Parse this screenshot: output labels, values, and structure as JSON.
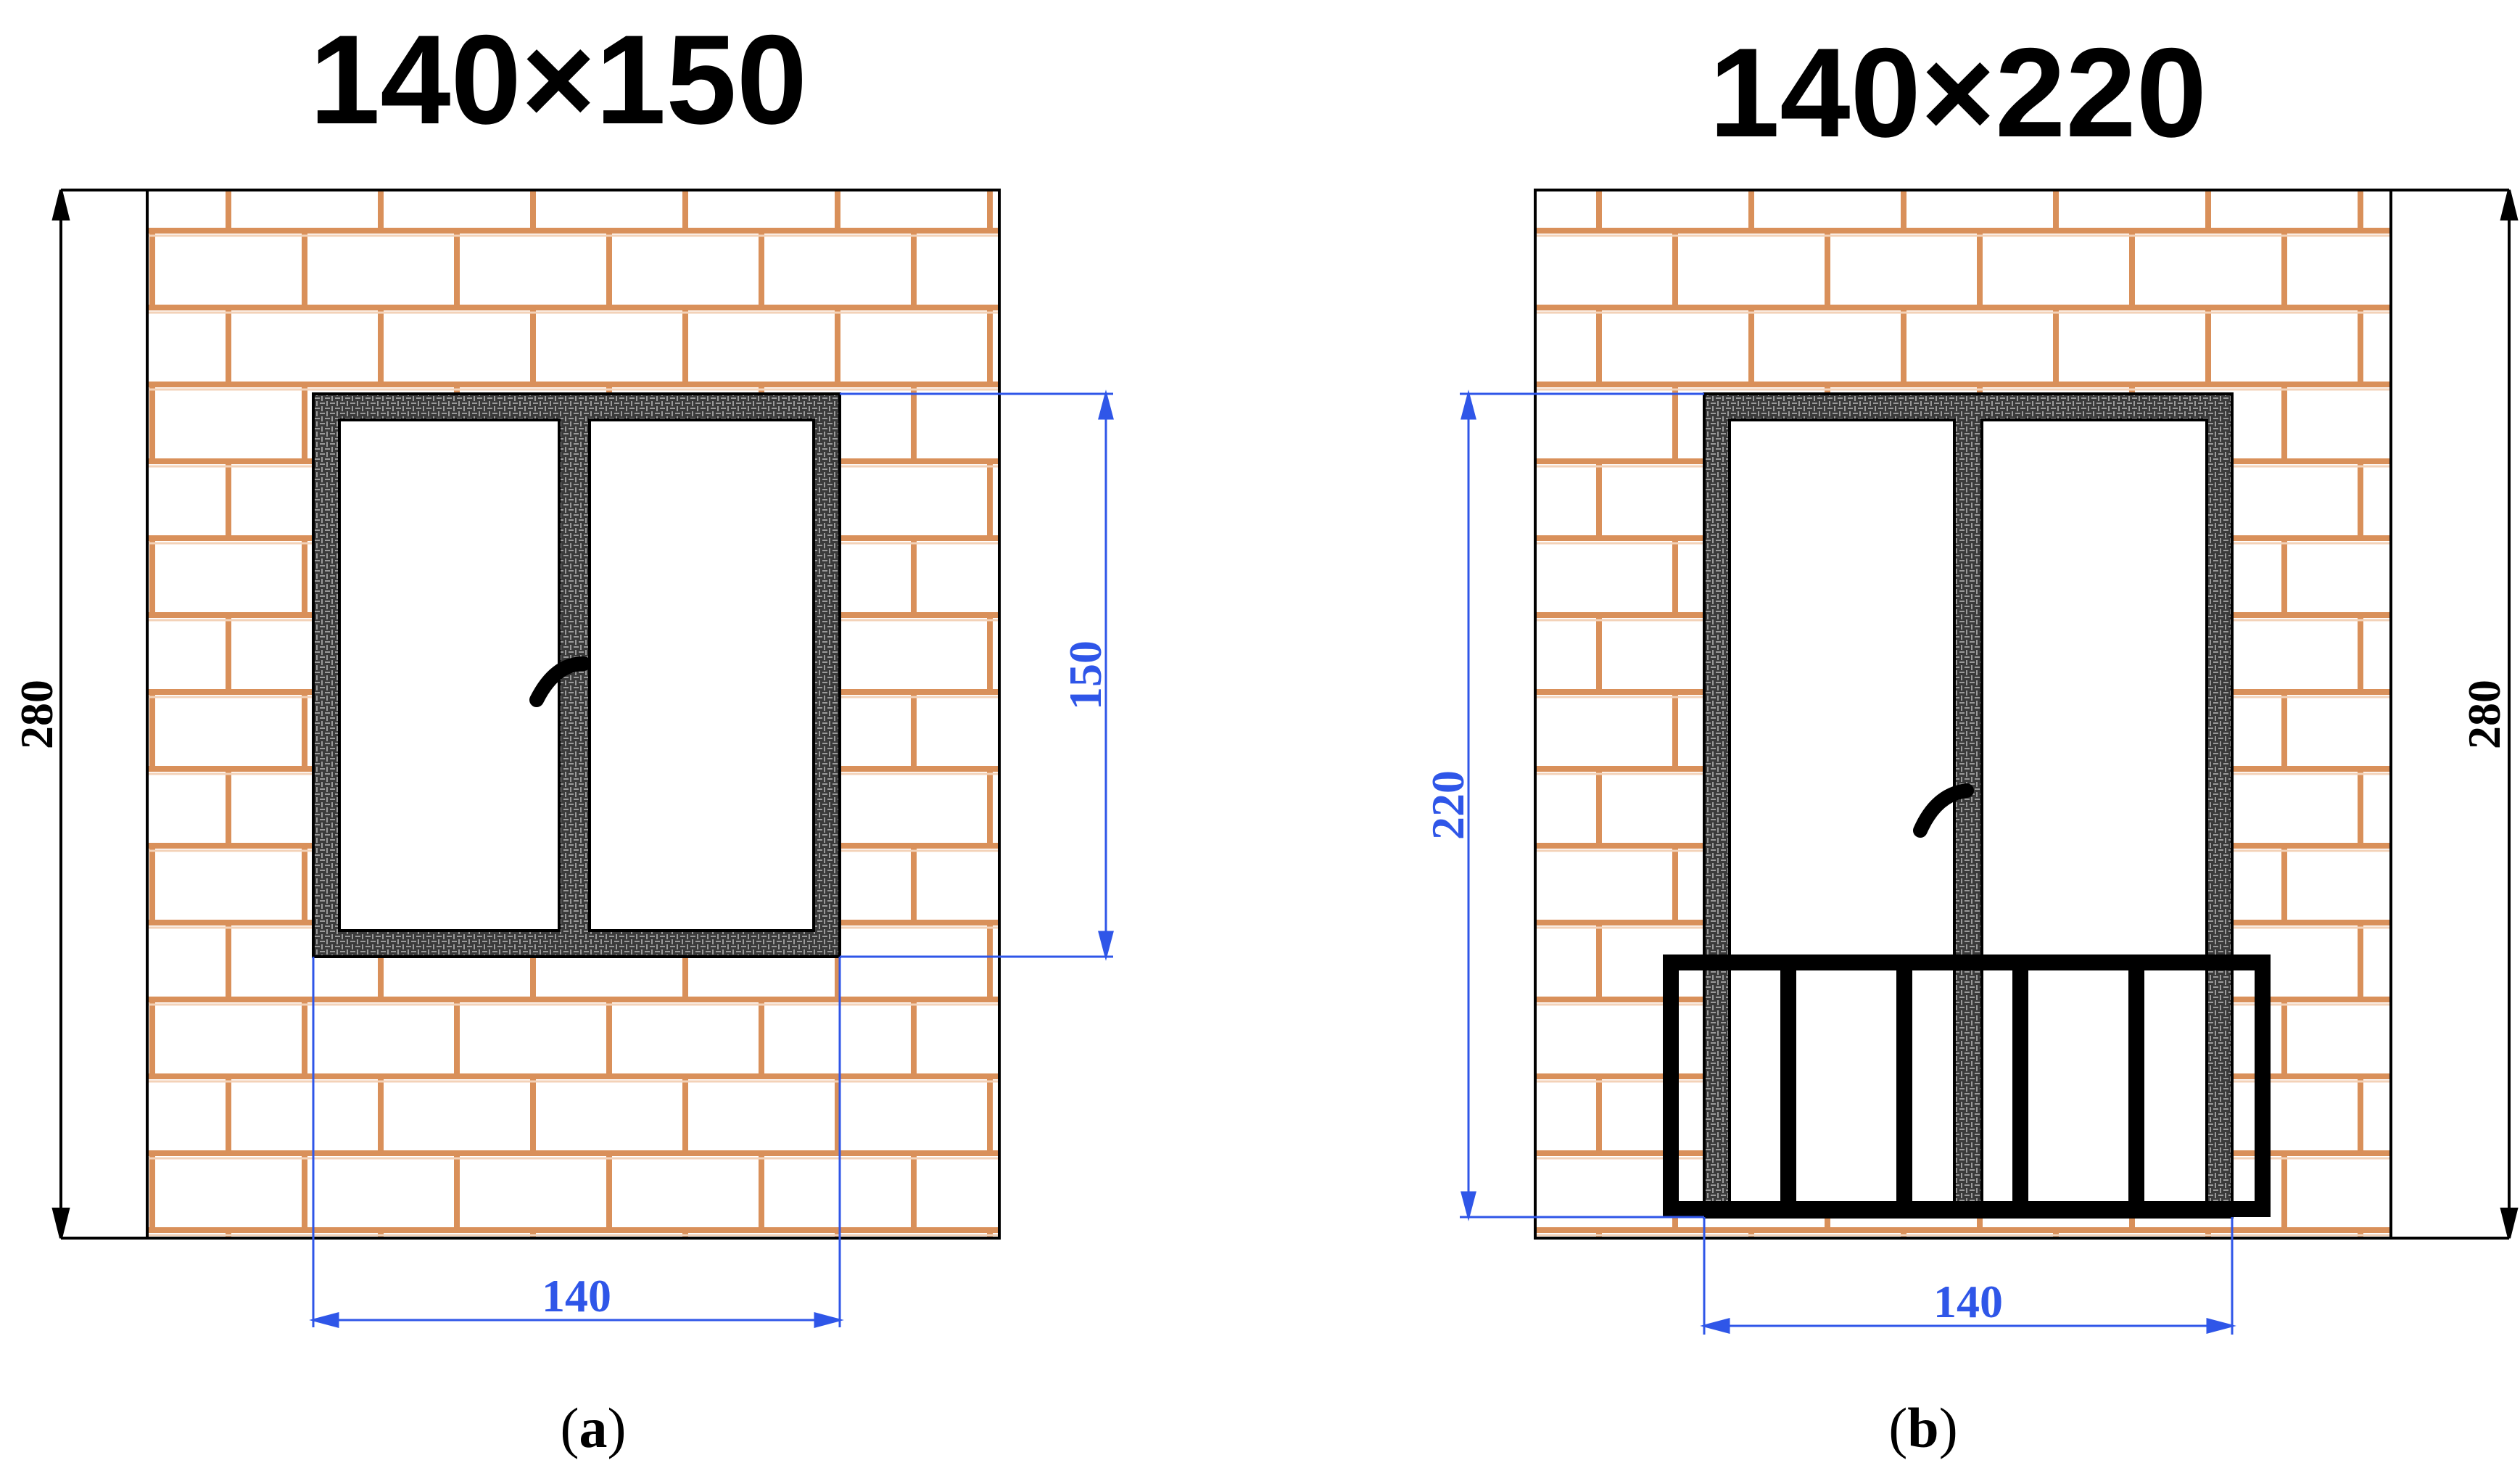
{
  "panels": [
    {
      "title": "140×150",
      "wall_height_label": "280",
      "opening_width_label": "140",
      "opening_height_label": "150",
      "caption_open": "(",
      "caption_letter": "a",
      "caption_close": ")"
    },
    {
      "title": "140×220",
      "wall_height_label": "280",
      "opening_width_label": "140",
      "opening_height_label": "220",
      "caption_open": "(",
      "caption_letter": "b",
      "caption_close": ")"
    }
  ],
  "colors": {
    "brick_joint": "#d9905a",
    "dimension_blue": "#2f56e8",
    "frame_dark": "#3a3a3a",
    "line_black": "#000000"
  }
}
